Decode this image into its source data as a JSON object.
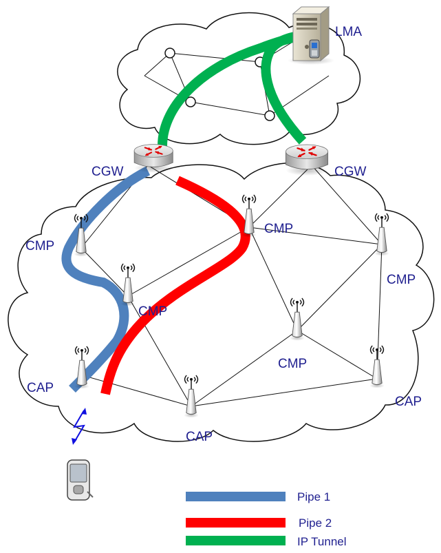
{
  "labels": {
    "lma": "LMA",
    "cgw_left": "CGW",
    "cgw_right": "CGW",
    "cmp_top": "CMP",
    "cmp_left": "CMP",
    "cmp_center_left": "CMP",
    "cmp_right": "CMP",
    "cmp_bottom": "CMP",
    "cap_left": "CAP",
    "cap_bottom": "CAP",
    "cap_right": "CAP"
  },
  "legend": [
    {
      "label": "Pipe 1",
      "color": "#4f81bd"
    },
    {
      "label": "Pipe 2",
      "color": "#ff0000"
    },
    {
      "label": "IP Tunnel",
      "color": "#00b050"
    }
  ],
  "colors": {
    "label_text": "#1f1f8f",
    "pipe1": "#4f81bd",
    "pipe2": "#ff0000",
    "tunnel": "#00b050",
    "router_arrows": "#e00000",
    "wireless_link": "#1010e0"
  },
  "icons": [
    "server-icon",
    "router-icon",
    "antenna-icon",
    "mobile-device-icon",
    "lightning-icon"
  ]
}
